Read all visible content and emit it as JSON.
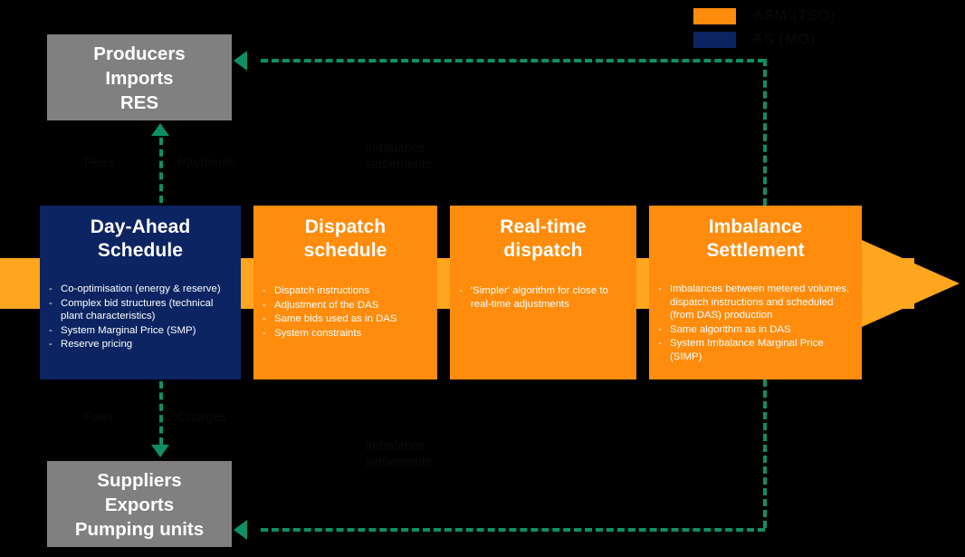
{
  "diagram": {
    "title": "Electricity market timeline process diagram",
    "colors": {
      "process_arrow": "#FFA51E",
      "day_ahead_box": "#0C2461",
      "stage_box": "#FF8C0D",
      "actor_box": "#808080",
      "connector": "#0E8F66",
      "background": "#000000"
    }
  },
  "actors": {
    "top": {
      "name": "producers-imports-res",
      "lines": [
        "Producers",
        "Imports",
        "RES"
      ]
    },
    "bottom": {
      "name": "suppliers-exports-pumping",
      "lines": [
        "Suppliers",
        "Exports",
        "Pumping units"
      ]
    }
  },
  "stages": [
    {
      "id": "day-ahead-schedule",
      "title_lines": [
        "Day-Ahead",
        "Schedule"
      ],
      "bullets": [
        "Co-optimisation (energy & reserve)",
        "Complex bid structures (technical plant characteristics)",
        "System Marginal Price (SMP)",
        "Reserve pricing"
      ]
    },
    {
      "id": "dispatch-schedule",
      "title_lines": [
        "Dispatch",
        "schedule"
      ],
      "bullets": [
        "Dispatch instructions",
        "Adjustment of the DAS",
        "Same bids used as in DAS",
        "System constraints"
      ]
    },
    {
      "id": "real-time-dispatch",
      "title_lines": [
        "Real-time",
        "dispatch"
      ],
      "bullets": [
        "'Simpler' algorithm for close to real-time adjustments"
      ]
    },
    {
      "id": "imbalance-settlement",
      "title_lines": [
        "Imbalance",
        "Settlement"
      ],
      "bullets": [
        "Imbalances between metered volumes, dispatch instructions and scheduled (from DAS) production",
        "Same algorithm as in DAS",
        "System Imbalance Marginal Price (SIMP)"
      ]
    }
  ],
  "bullet_marker": "-",
  "flow_labels": {
    "top_left_fees": "Fees",
    "top_left_payments": "Payments",
    "bottom_left_fees": "Fees",
    "bottom_left_charges": "Charges",
    "top_settlement": [
      "Imbalance",
      "settlements"
    ],
    "bottom_settlement": [
      "Imbalance",
      "settlements"
    ]
  },
  "legend": {
    "items": [
      {
        "swatch": "#FF8C0D",
        "label": "ASM   (TSO)"
      },
      {
        "swatch": "#0C2461",
        "label": "AS   (MO)"
      }
    ]
  }
}
